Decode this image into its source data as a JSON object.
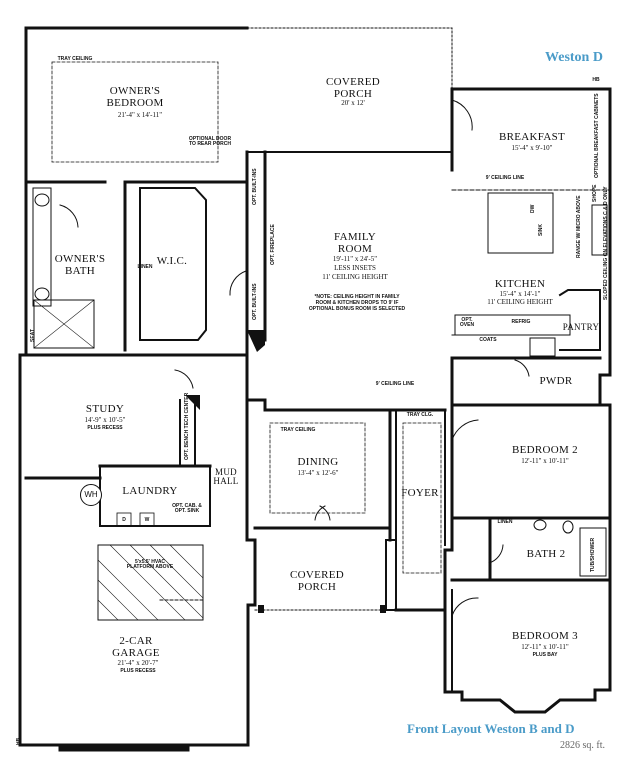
{
  "plan_title": "Weston D",
  "layout_title": "Front Layout Weston B and D",
  "square_feet": "2826 sq. ft.",
  "rooms": {
    "owners_bedroom": {
      "name": "OWNER'S\nBEDROOM",
      "dims": "21'-4\" x 14'-11\""
    },
    "covered_porch_rear": {
      "name": "COVERED\nPORCH",
      "dims": "20' x 12'"
    },
    "breakfast": {
      "name": "BREAKFAST",
      "dims": "15'-4\" x 9'-10\""
    },
    "family_room": {
      "name": "FAMILY\nROOM",
      "dims": "19'-11\" x 24'-5\"",
      "sub1": "LESS INSETS",
      "sub2": "11' CEILING HEIGHT"
    },
    "kitchen": {
      "name": "KITCHEN",
      "dims": "15'-4\" x 14'-1\"",
      "sub1": "11' CEILING HEIGHT"
    },
    "owners_bath": {
      "name": "OWNER'S\nBATH"
    },
    "wic": {
      "name": "W.I.C."
    },
    "study": {
      "name": "STUDY",
      "dims": "14'-9\" x 10'-5\"",
      "sub1": "PLUS RECESS"
    },
    "dining": {
      "name": "DINING",
      "dims": "13'-4\" x 12'-6\""
    },
    "foyer": {
      "name": "FOYER"
    },
    "bedroom2": {
      "name": "BEDROOM 2",
      "dims": "12'-11\" x 10'-11\""
    },
    "bath2": {
      "name": "BATH 2"
    },
    "bedroom3": {
      "name": "BEDROOM 3",
      "dims": "12'-11\" x 10'-11\"",
      "sub1": "PLUS BAY"
    },
    "laundry": {
      "name": "LAUNDRY"
    },
    "mud_hall": {
      "name": "MUD\nHALL"
    },
    "pwdr": {
      "name": "PWDR"
    },
    "pantry": {
      "name": "PANTRY"
    },
    "covered_porch_front": {
      "name": "COVERED\nPORCH"
    },
    "garage": {
      "name": "2-CAR\nGARAGE",
      "dims": "21'-4\" x 20'-7\"",
      "sub1": "PLUS RECESS"
    }
  },
  "labels": {
    "tray_ceiling_owner": "TRAY CEILING",
    "optional_door": "OPTIONAL DOOR\nTO REAR PORCH",
    "ceiling_line_top": "9' CEILING LINE",
    "ceiling_line_mid": "9' CEILING LINE",
    "ceiling_note": "*NOTE: CEILING HEIGHT IN FAMILY\nROOM & KITCHEN DROPS TO 9' IF\nOPTIONAL BONUS ROOM IS SELECTED",
    "tray_ceiling_dining": "TRAY CEILING",
    "tray_clg_foyer": "TRAY CLG.",
    "linen_owner": "LINEN",
    "linen_bath2": "LINEN",
    "coats": "COATS",
    "opt_oven": "OPT.\nOVEN",
    "refrig": "REFRIG",
    "dw": "DW",
    "sink": "SINK",
    "range": "RANGE W/\nMICRO ABOVE",
    "shope": "SHOPE",
    "opt_breakfast_cabinets": "OPTIONAL\nBREAKFAST CABINETS",
    "sloped_ceiling": "SLOPED CEILING ON ELEVATIONS C & D ONLY",
    "opt_built_ins_top": "OPT.\nBUILT-INS",
    "opt_fireplace": "OPT. FIREPLACE",
    "opt_built_ins_bot": "OPT.\nBUILT-INS",
    "opt_bench": "OPT. BENCH\nTECH CENTER",
    "opt_cab_sink": "OPT. CAB. &\nOPT. SINK",
    "seat": "SEAT",
    "wh": "WH",
    "hvac": "5'x5.5' HVAC\nPLATFORM ABOVE",
    "tub_shower": "TUB/SHOWER",
    "hb_top": "HB",
    "hb_bottom": "HB",
    "w": "W",
    "d": "D"
  }
}
